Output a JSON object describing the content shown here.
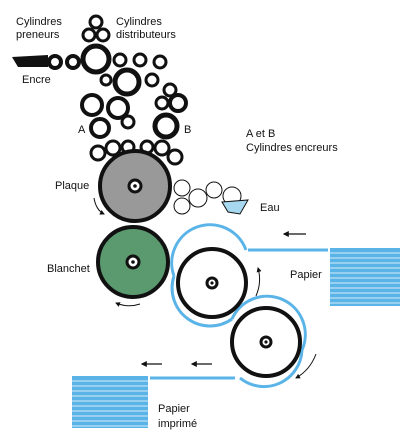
{
  "labels": {
    "cylindres_preneurs_1": "Cylindres",
    "cylindres_preneurs_2": "preneurs",
    "cylindres_distributeurs_1": "Cylindres",
    "cylindres_distributeurs_2": "distributeurs",
    "encre": "Encre",
    "a": "A",
    "b": "B",
    "encreurs_1": "A et B",
    "encreurs_2": "Cylindres encreurs",
    "plaque": "Plaque",
    "eau": "Eau",
    "blanchet": "Blanchet",
    "papier": "Papier",
    "papier_imprime_1": "Papier",
    "papier_imprime_2": "imprimé"
  },
  "colors": {
    "plaque": "#999999",
    "blanchet": "#5a9a6e",
    "paper": "#5ab4e8",
    "ink": "#111111",
    "water": "#a8d8f0"
  }
}
